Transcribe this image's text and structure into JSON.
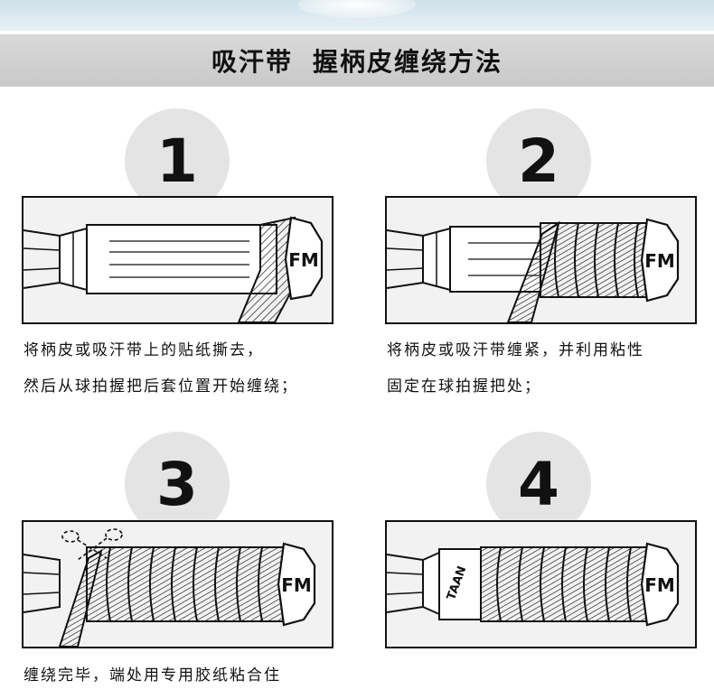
{
  "header": {
    "title_part1": "吸汗带",
    "title_part2": "握柄皮缠绕方法"
  },
  "steps": [
    {
      "number": "1",
      "line1": "将柄皮或吸汗带上的贴纸撕去，",
      "line2": "然后从球拍握把后套位置开始缠绕；"
    },
    {
      "number": "2",
      "line1": "将柄皮或吸汗带缠紧，并利用粘性",
      "line2": "固定在球拍握把处；"
    },
    {
      "number": "3",
      "line1": "缠绕完毕，端处用专用胶纸粘合住",
      "line2": ""
    },
    {
      "number": "4",
      "line1": "",
      "line2": ""
    }
  ],
  "brand": {
    "cap_logo": "FM",
    "tape_logo": "TAAN"
  },
  "colors": {
    "title_bar": "#d0d0d0",
    "circle": "#e4e4e4",
    "panel_bg": "#f2f2f2",
    "ink": "#111111"
  }
}
